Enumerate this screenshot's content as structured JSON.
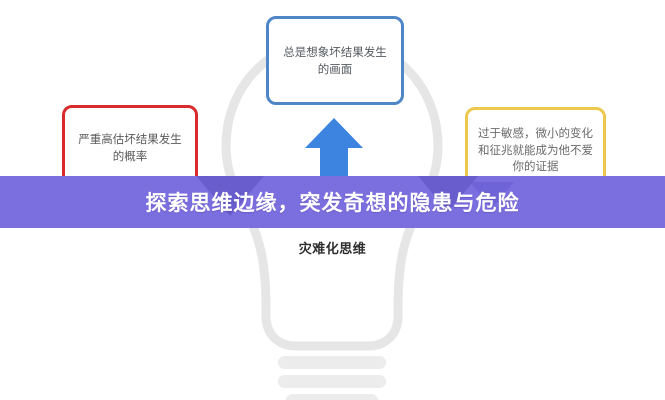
{
  "banner": {
    "title": "探索思维边缘，突发奇想的隐患与危险",
    "background_color": "#7b6fe0",
    "text_color": "#ffffff",
    "decoration_color": "#5b4fbf"
  },
  "diagram": {
    "center_label": "灾难化思维",
    "background_icon": "lightbulb-icon",
    "arrow": {
      "name": "up-arrow-icon",
      "direction": "up",
      "color": "#3d84e0"
    },
    "nodes": [
      {
        "id": "top",
        "text": "总是想象坏结果发生的画面",
        "border_color": "#4f86c6",
        "text_color": "#555a5f"
      },
      {
        "id": "left",
        "text": "严重高估坏结果发生的概率",
        "border_color": "#d92b2b",
        "text_color": "#5a5a5a"
      },
      {
        "id": "right",
        "text": "过于敏感，微小的变化和征兆就能成为他不爱你的证据",
        "border_color": "#ecc84c",
        "text_color": "#6a6a6a"
      }
    ]
  }
}
